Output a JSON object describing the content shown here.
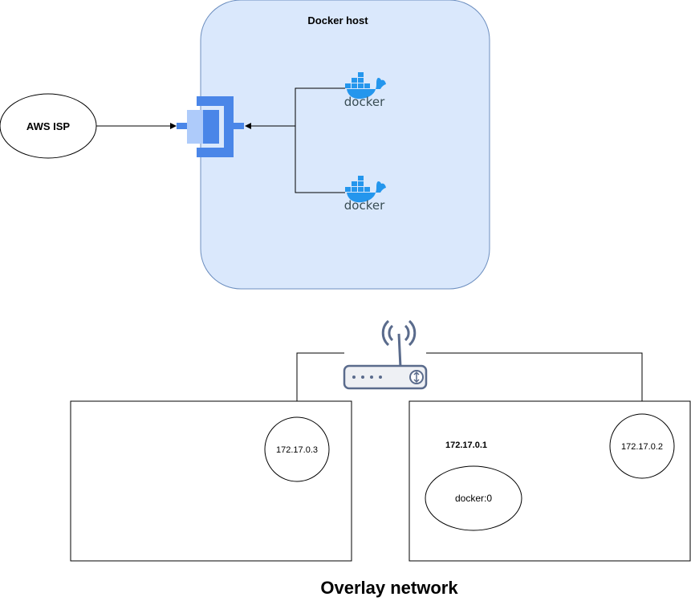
{
  "host": {
    "title": "Docker host"
  },
  "isp": {
    "label": "AWS ISP"
  },
  "containers": [
    {
      "logo_text": "docker"
    },
    {
      "logo_text": "docker"
    }
  ],
  "left_host": {
    "ip": "172.17.0.3"
  },
  "right_host": {
    "bridge_ip": "172.17.0.1",
    "bridge": "docker:0",
    "ip": "172.17.0.2"
  },
  "footer": {
    "title": "Overlay network"
  },
  "colors": {
    "host_fill": "#dae8fc",
    "host_stroke": "#6c8ebf",
    "gateway_blue": "#4a86e8",
    "gateway_light": "#aecbfa",
    "docker_blue": "#2496ed",
    "router_stroke": "#5a6b8c"
  },
  "icons": [
    "gateway-icon",
    "docker-logo-icon",
    "wifi-router-icon"
  ]
}
